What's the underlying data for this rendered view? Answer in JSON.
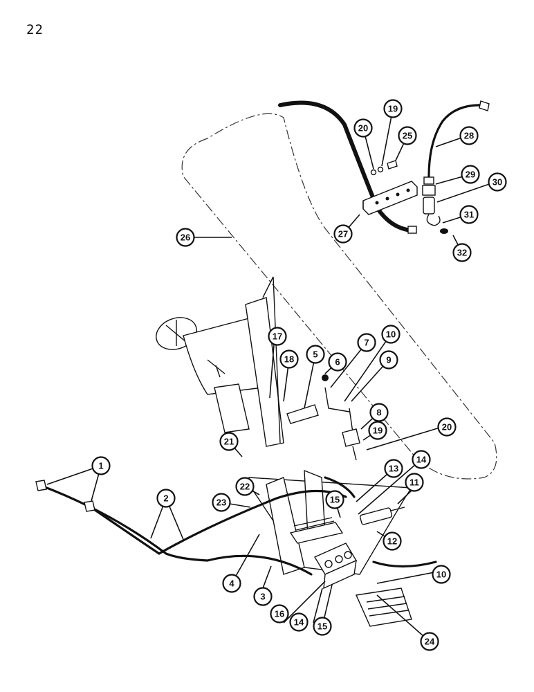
{
  "page": {
    "number": "22"
  },
  "diagram": {
    "callouts": [
      {
        "id": "c1",
        "label": "1"
      },
      {
        "id": "c2",
        "label": "2"
      },
      {
        "id": "c3",
        "label": "3"
      },
      {
        "id": "c4",
        "label": "4"
      },
      {
        "id": "c5",
        "label": "5"
      },
      {
        "id": "c6",
        "label": "6"
      },
      {
        "id": "c7",
        "label": "7"
      },
      {
        "id": "c8",
        "label": "8"
      },
      {
        "id": "c9",
        "label": "9"
      },
      {
        "id": "c10a",
        "label": "10"
      },
      {
        "id": "c10b",
        "label": "10"
      },
      {
        "id": "c11",
        "label": "11"
      },
      {
        "id": "c12",
        "label": "12"
      },
      {
        "id": "c13",
        "label": "13"
      },
      {
        "id": "c14a",
        "label": "14"
      },
      {
        "id": "c14b",
        "label": "14"
      },
      {
        "id": "c15a",
        "label": "15"
      },
      {
        "id": "c15b",
        "label": "15"
      },
      {
        "id": "c16",
        "label": "16"
      },
      {
        "id": "c17",
        "label": "17"
      },
      {
        "id": "c18",
        "label": "18"
      },
      {
        "id": "c19a",
        "label": "19"
      },
      {
        "id": "c19b",
        "label": "19"
      },
      {
        "id": "c20a",
        "label": "20"
      },
      {
        "id": "c20b",
        "label": "20"
      },
      {
        "id": "c21",
        "label": "21"
      },
      {
        "id": "c22",
        "label": "22"
      },
      {
        "id": "c23",
        "label": "23"
      },
      {
        "id": "c24",
        "label": "24"
      },
      {
        "id": "c25",
        "label": "25"
      },
      {
        "id": "c26",
        "label": "26"
      },
      {
        "id": "c27",
        "label": "27"
      },
      {
        "id": "c28",
        "label": "28"
      },
      {
        "id": "c29",
        "label": "29"
      },
      {
        "id": "c30",
        "label": "30"
      },
      {
        "id": "c31",
        "label": "31"
      },
      {
        "id": "c32",
        "label": "32"
      }
    ]
  }
}
